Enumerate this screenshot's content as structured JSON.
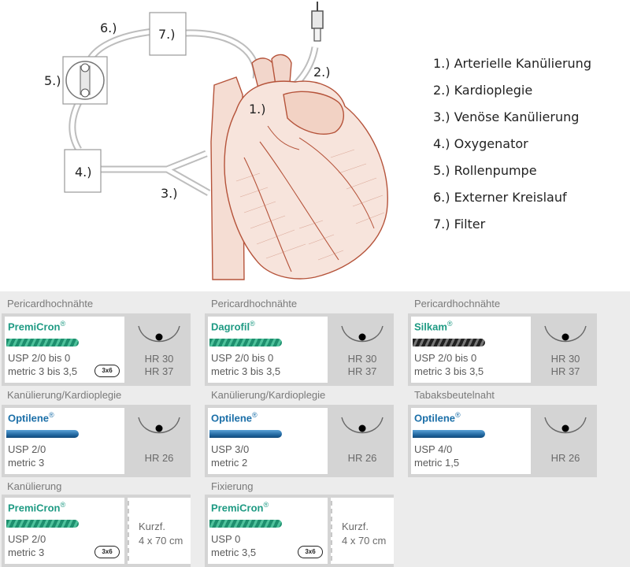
{
  "diagram": {
    "labels": [
      "1.)",
      "2.)",
      "3.)",
      "4.)",
      "5.)",
      "6.)",
      "7.)"
    ],
    "legend": [
      "1.) Arterielle Kanülierung",
      "2.) Kardioplegie",
      "3.) Venöse Kanülierung",
      "4.) Oxygenator",
      "5.) Rollenpumpe",
      "6.) Externer Kreislauf",
      "7.) Filter"
    ]
  },
  "colors": {
    "heart": "#b5533a",
    "green_brand": "#1e9a83",
    "blue_brand": "#1b6fa8",
    "card_bg": "#d4d4d4"
  },
  "cards": [
    {
      "section": "Pericardhochnähte",
      "product": "PremiCron",
      "reg": "®",
      "thread": "green",
      "spec1": "USP 2/0 bis 0",
      "spec2": "metric 3 bis 3,5",
      "badge": "3x6",
      "hr1": "HR 30",
      "hr2": "HR 37",
      "needle_icon": "needle-curved-icon"
    },
    {
      "section": "Pericardhochnähte",
      "product": "Dagrofil",
      "reg": "®",
      "thread": "green",
      "spec1": "USP 2/0 bis 0",
      "spec2": "metric 3 bis 3,5",
      "hr1": "HR 30",
      "hr2": "HR 37",
      "needle_icon": "needle-curved-icon"
    },
    {
      "section": "Pericardhochnähte",
      "product": "Silkam",
      "reg": "®",
      "thread": "black",
      "spec1": "USP 2/0 bis 0",
      "spec2": "metric 3 bis 3,5",
      "hr1": "HR 30",
      "hr2": "HR 37",
      "needle_icon": "needle-curved-icon"
    },
    {
      "section": "Kanülierung/Kardioplegie",
      "product": "Optilene",
      "reg": "®",
      "thread": "blue",
      "spec1": "USP 2/0",
      "spec2": "metric 3",
      "hr1": "HR 26",
      "needle_icon": "needle-curved-icon"
    },
    {
      "section": "Kanülierung/Kardioplegie",
      "product": "Optilene",
      "reg": "®",
      "thread": "blue",
      "spec1": "USP 3/0",
      "spec2": "metric 2",
      "hr1": "HR 26",
      "needle_icon": "needle-curved-icon"
    },
    {
      "section": "Tabaksbeutelnaht",
      "product": "Optilene",
      "reg": "®",
      "thread": "blue",
      "spec1": "USP 4/0",
      "spec2": "metric 1,5",
      "hr1": "HR 26",
      "needle_icon": "needle-curved-icon"
    },
    {
      "section": "Kanülierung",
      "product": "PremiCron",
      "reg": "®",
      "thread": "green",
      "spec1": "USP 2/0",
      "spec2": "metric 3",
      "badge": "3x6",
      "kurz1": "Kurzf.",
      "kurz2": "4 x 70 cm"
    },
    {
      "section": "Fixierung",
      "product": "PremiCron",
      "reg": "®",
      "thread": "green",
      "spec1": "USP 0",
      "spec2": "metric 3,5",
      "badge": "3x6",
      "kurz1": "Kurzf.",
      "kurz2": "4 x 70 cm"
    }
  ]
}
